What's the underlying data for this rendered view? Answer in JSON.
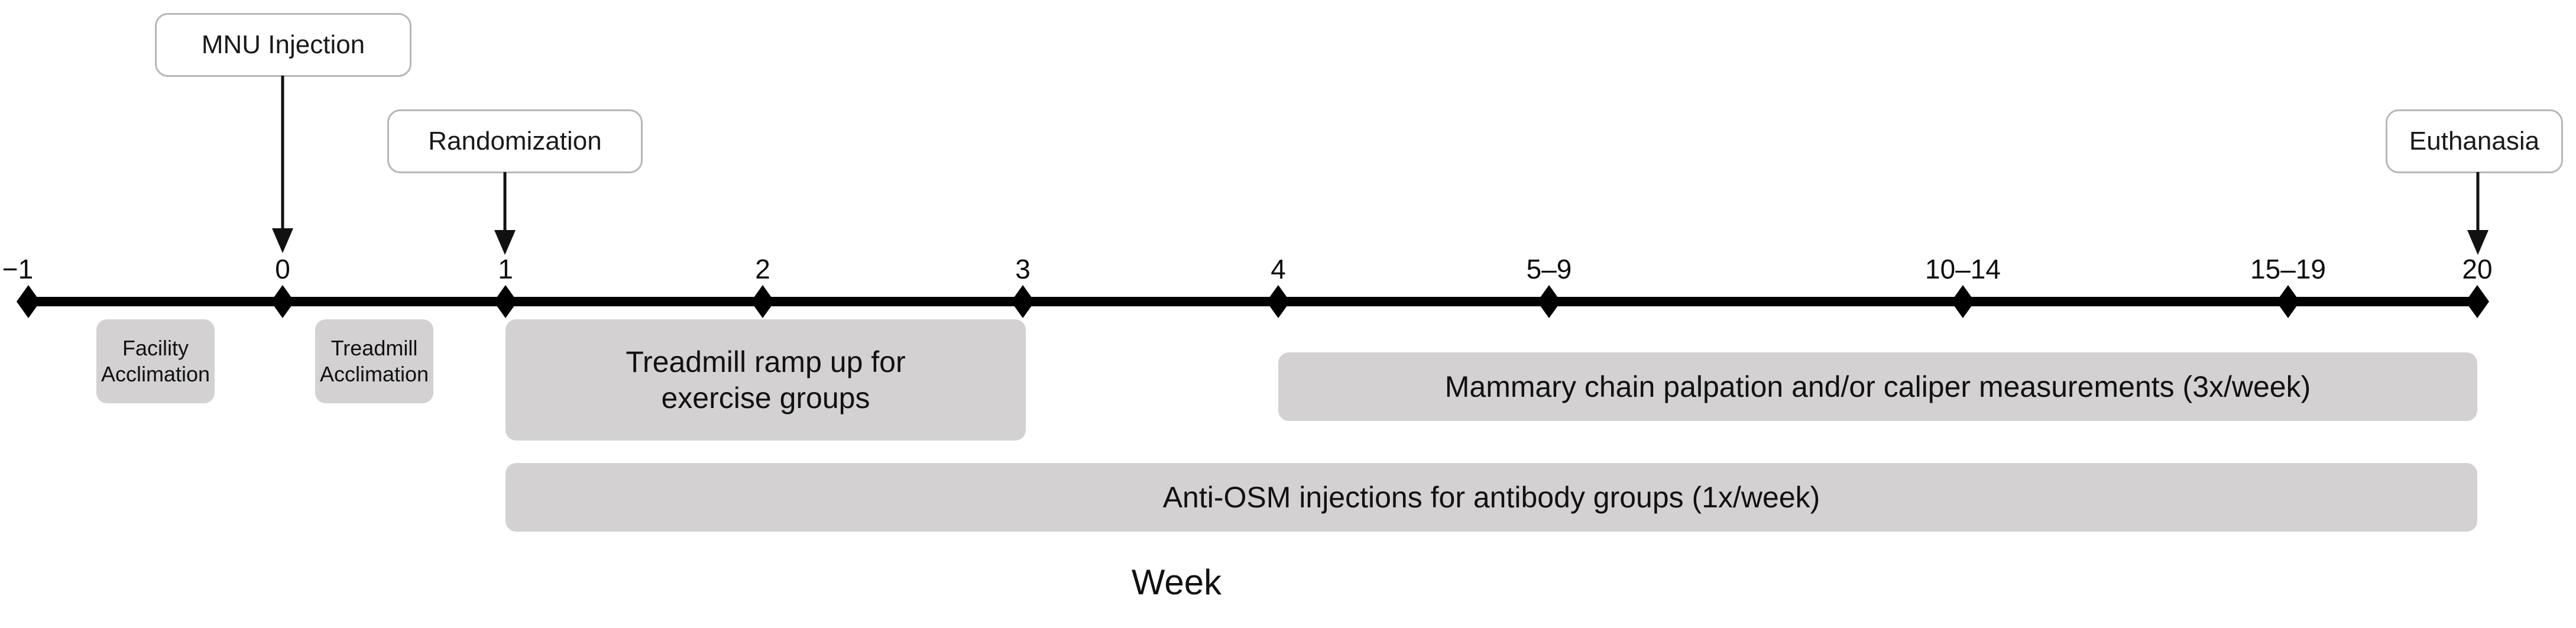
{
  "figure": {
    "axis_caption": "Week",
    "axis_color": "#000000",
    "bar_color": "#d3d1d1",
    "callout_border_color": "#b7b7b7"
  },
  "callouts": [
    {
      "label": "MNU Injection",
      "week": "0",
      "icon": "down-arrow-icon"
    },
    {
      "label": "Randomization",
      "week": "1",
      "icon": "down-arrow-icon"
    },
    {
      "label": "Euthanasia",
      "week": "20",
      "icon": "down-arrow-icon"
    }
  ],
  "ticks": [
    {
      "label": "−1"
    },
    {
      "label": "0"
    },
    {
      "label": "1"
    },
    {
      "label": "2"
    },
    {
      "label": "3"
    },
    {
      "label": "4"
    },
    {
      "label": "5–9"
    },
    {
      "label": "10–14"
    },
    {
      "label": "15–19"
    },
    {
      "label": "20"
    }
  ],
  "bars": [
    {
      "line1": "Facility",
      "line2": "Acclimation",
      "text": "Facility Acclimation"
    },
    {
      "line1": "Treadmill",
      "line2": "Acclimation",
      "text": "Treadmill Acclimation"
    },
    {
      "line1": "Treadmill ramp up for",
      "line2": "exercise groups",
      "text": "Treadmill ramp up for exercise groups"
    },
    {
      "line1": "Mammary chain palpation and/or caliper measurements (3x/week)",
      "line2": "",
      "text": "Mammary chain palpation and/or caliper measurements (3x/week)"
    },
    {
      "line1": "Anti-OSM injections for antibody groups (1x/week)",
      "line2": "",
      "text": "Anti-OSM injections for antibody groups (1x/week)"
    }
  ]
}
